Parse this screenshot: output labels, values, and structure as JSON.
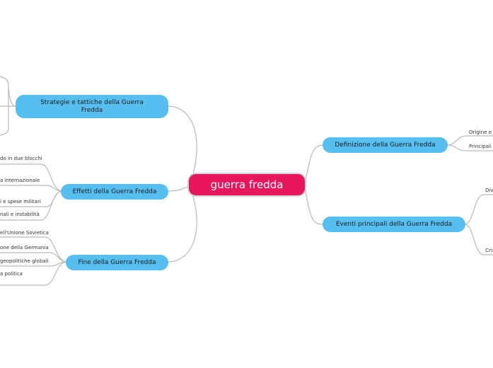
{
  "central": {
    "label": "guerra fredda"
  },
  "topics": {
    "strategie": "Strategie e tattiche della Guerra Fredda",
    "effetti": "Effetti della Guerra Fredda",
    "fine": "Fine della Guerra Fredda",
    "definizione": "Definizione della Guerra Fredda",
    "eventi": "Eventi principali della Guerra Fredda"
  },
  "leaves": {
    "effetti_1": "do in due blocchi",
    "effetti_2": "a internazionale",
    "effetti_3": "i e spese militari",
    "effetti_4": "nali e instabilità",
    "fine_1": "ell'Unione Sovietica",
    "fine_2": "one della Germania",
    "fine_3": "geopolitiche globali",
    "fine_4": "a politica",
    "definizione_1": "Origine e c",
    "definizione_2": "Principali",
    "eventi_1": "Div",
    "eventi_2": "Cris"
  },
  "colors": {
    "central": "#e8175d",
    "topic": "#56bff0",
    "line": "#b9b9b9"
  }
}
